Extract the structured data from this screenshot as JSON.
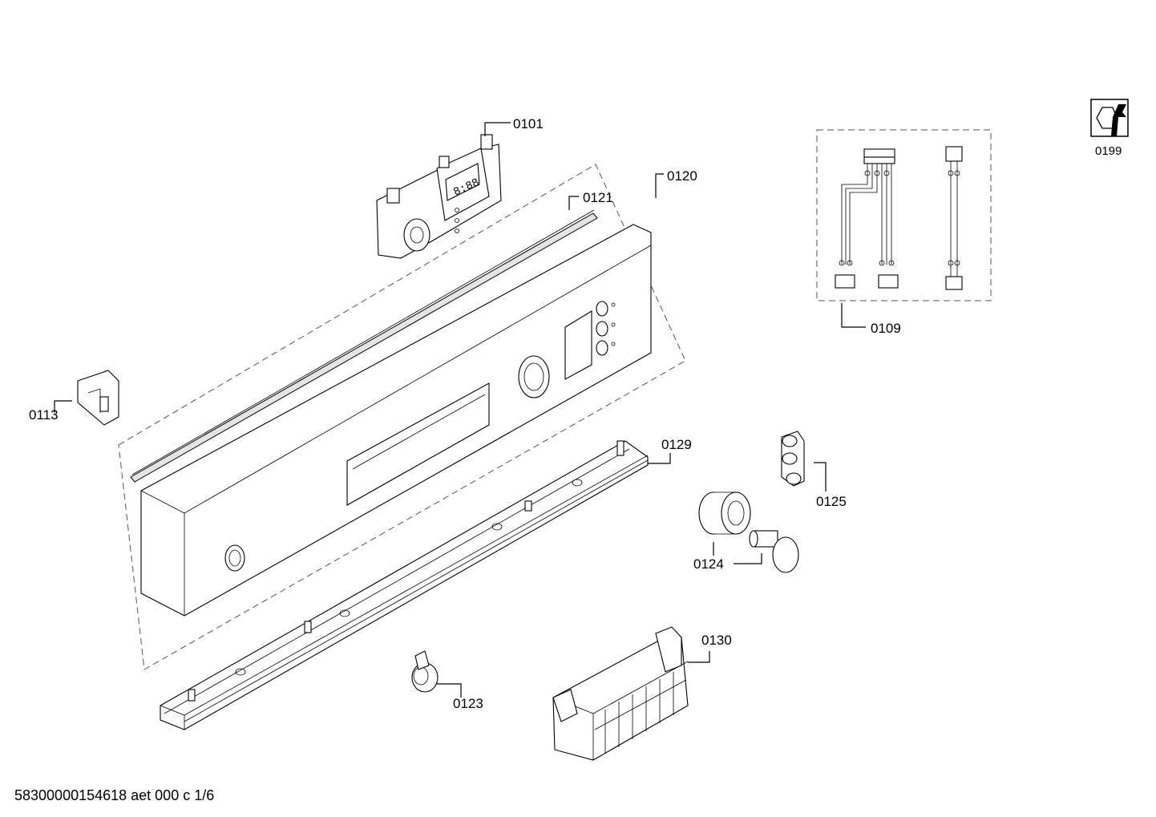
{
  "diagram": {
    "callouts": [
      {
        "id": "c0101",
        "label": "0101"
      },
      {
        "id": "c0120",
        "label": "0120"
      },
      {
        "id": "c0121",
        "label": "0121"
      },
      {
        "id": "c0113",
        "label": "0113"
      },
      {
        "id": "c0109",
        "label": "0109"
      },
      {
        "id": "c0129",
        "label": "0129"
      },
      {
        "id": "c0125",
        "label": "0125"
      },
      {
        "id": "c0124",
        "label": "0124"
      },
      {
        "id": "c0130",
        "label": "0130"
      },
      {
        "id": "c0123",
        "label": "0123"
      }
    ],
    "tool_label": "0199",
    "footer": "58300000154618 aet 000 c 1/6",
    "display_digits": "8:88"
  }
}
